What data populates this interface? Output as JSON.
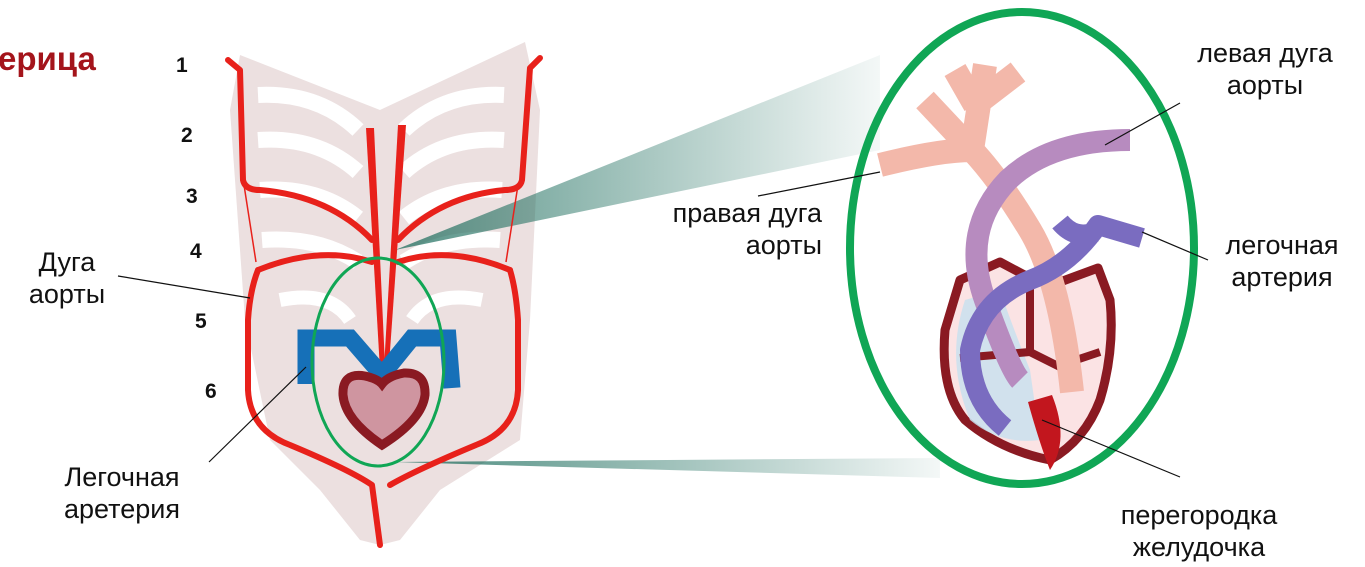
{
  "title": "ерица",
  "arch_numbers": [
    "1",
    "2",
    "3",
    "4",
    "5",
    "6"
  ],
  "labels": {
    "aortic_arch": [
      "Дуга",
      "аорты"
    ],
    "pulmonary_artery_left": [
      "Легочная",
      "аретерия"
    ],
    "left_aortic_arch": [
      "левая дуга",
      "аорты"
    ],
    "right_aortic_arch": [
      "правая дуга",
      "аорты"
    ],
    "pulmonary_artery_right": [
      "легочная",
      "артерия"
    ],
    "ventricular_septum": [
      "перегородка",
      "желудочка"
    ]
  },
  "colors": {
    "title": "#a4141b",
    "artery": "#e8211b",
    "body_shadow": "#ecdcdc",
    "pulmonary": "#1670b8",
    "heart_outline": "#8a1a22",
    "heart_fill": "#cf95a0",
    "zoom_ellipse": "#10a655",
    "right_arch": "#f3b8aa",
    "left_arch": "#b78bbf",
    "pulmonary_zoom": "#7a6cc0",
    "septum": "#c2161e"
  }
}
